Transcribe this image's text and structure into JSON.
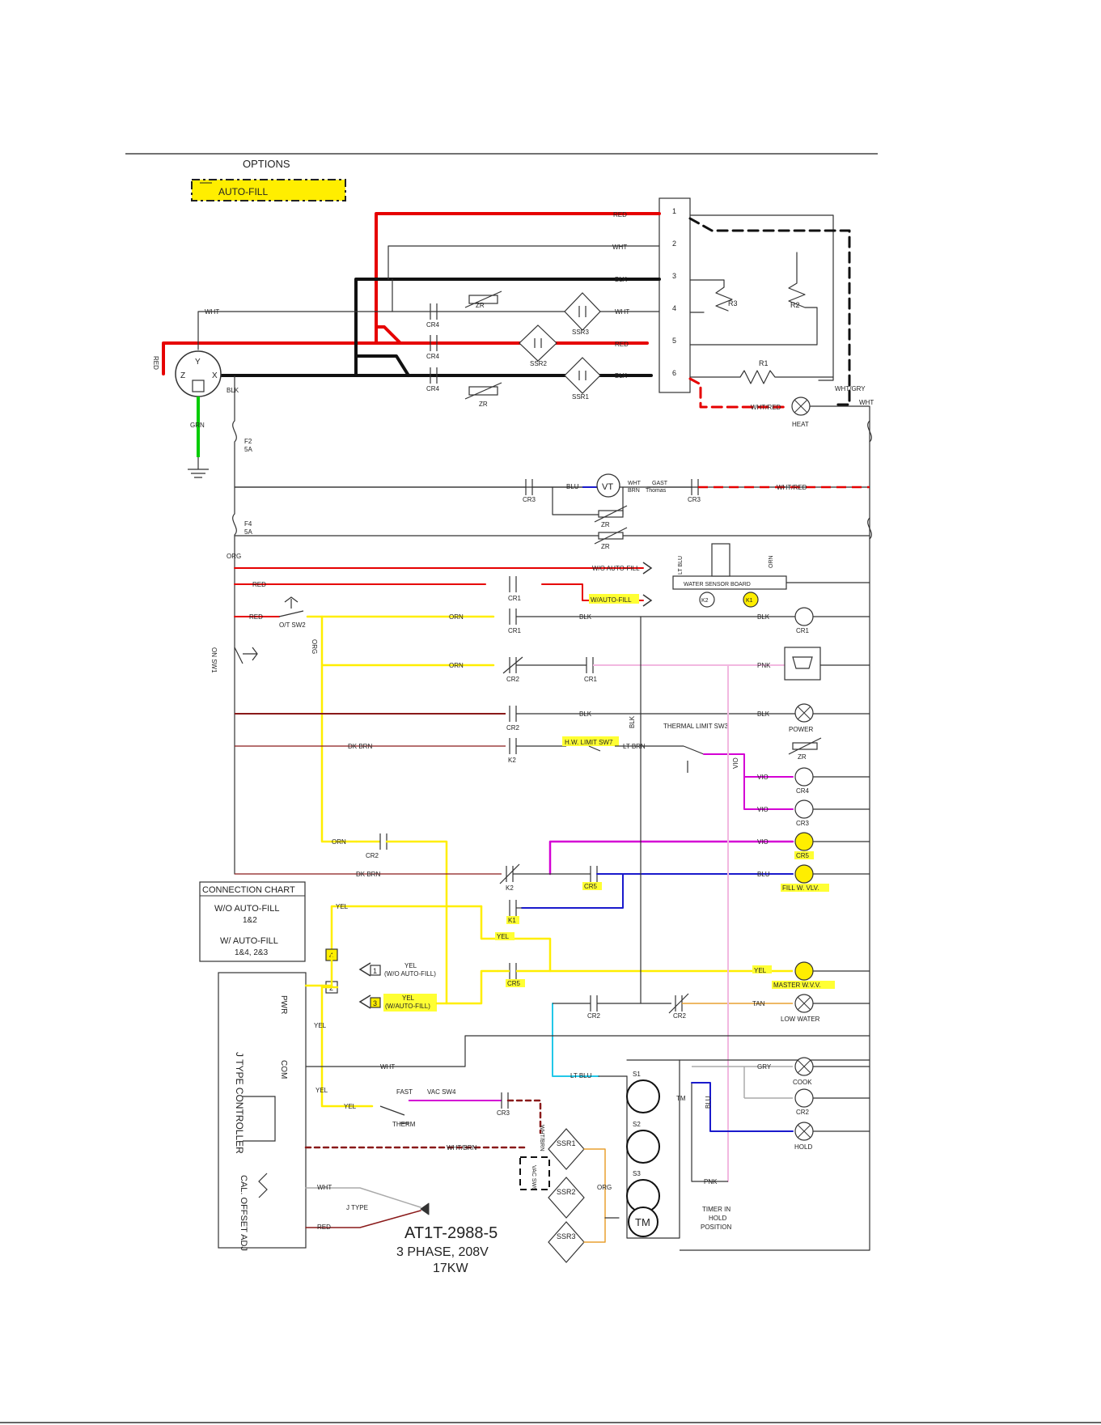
{
  "header": {
    "options_label": "OPTIONS",
    "autofill_badge": "AUTO-FILL"
  },
  "title_block": {
    "model": "AT1T-2988-5",
    "power": "3 PHASE, 208V",
    "rating": "17KW"
  },
  "connection_chart": {
    "title": "CONNECTION CHART",
    "without_autofill": "W/O AUTO-FILL",
    "without_autofill_pins": "1&2",
    "with_autofill": "W/ AUTO-FILL",
    "with_autofill_pins": "1&4, 2&3"
  },
  "controller": {
    "label": "J TYPE CONTROLLER",
    "cal_label": "CAL. OFFSET ADJ",
    "pins": {
      "pwr": "PWR",
      "com": "COM"
    },
    "thermocouple": "J TYPE"
  },
  "terminal_block": {
    "numbers": [
      "1",
      "2",
      "3",
      "4",
      "5",
      "6"
    ]
  },
  "components": {
    "cr4": "CR4",
    "cr1": "CR1",
    "cr2": "CR2",
    "cr3": "CR3",
    "cr5": "CR5",
    "ssr1": "SSR1",
    "ssr2": "SSR2",
    "ssr3": "SSR3",
    "zr": "ZR",
    "r1": "R1",
    "r2": "R2",
    "r3": "R3",
    "f2": "F2",
    "f2_amp": "5A",
    "f4": "F4",
    "f4_amp": "5A",
    "heat": "HEAT",
    "power": "POWER",
    "cook": "COOK",
    "hold": "HOLD",
    "low_water": "LOW WATER",
    "fill_valve": "FILL W. VLV.",
    "master_valve": "MASTER W.V.V.",
    "vt": "VT",
    "gast": "GAST",
    "thomas": "Thomas",
    "water_sensor": "WATER SENSOR BOARD",
    "k1": "K1",
    "k2": "K2",
    "ot_sw2": "O/T SW2",
    "on_sw1": "ON SW1",
    "thermal_limit": "THERMAL LIMIT SW3",
    "hw_limit": "H.W. LIMIT SW7",
    "vac_sw4": "VAC SW4",
    "fast": "FAST",
    "therm": "THERM",
    "tm": "TM",
    "s1": "S1",
    "s2": "S2",
    "s3": "S3",
    "timer_note_1": "TIMER IN",
    "timer_note_2": "HOLD",
    "timer_note_3": "POSITION",
    "vac_sw6": "VAC SW6"
  },
  "wire_labels": {
    "red": "RED",
    "wht": "WHT",
    "blk": "BLK",
    "grn": "GRN",
    "wht_red": "WHT/RED",
    "wht_gry": "WHT/GRY",
    "blu": "BLU",
    "brn": "BRN",
    "wht_brn": "WHT/BRN",
    "org": "ORG",
    "orn": "ORN",
    "yel": "YEL",
    "pnk": "PNK",
    "dk_brn": "DK BRN",
    "lt_brn": "LT BRN",
    "vio": "VIO",
    "tan": "TAN",
    "gry": "GRY",
    "lt_blu": "LT BLU",
    "wo_autofill": "W/O AUTO-FILL",
    "w_autofill": "W/AUTO-FILL",
    "yel_wo_autofill": "(W/O AUTO-FILL)",
    "yel_w_autofill": "(W/AUTO-FILL)"
  },
  "colors": {
    "red": "#e60000",
    "black": "#111111",
    "green": "#00cc00",
    "yellow": "#ffee00",
    "magenta": "#d400d4",
    "blue": "#1a1acc",
    "pink": "#f2b8e0",
    "brown": "#8a1a1a",
    "cyan": "#22c8e8",
    "orange": "#e8a030",
    "gray": "#aaaaaa",
    "highlight": "#ffff33"
  }
}
